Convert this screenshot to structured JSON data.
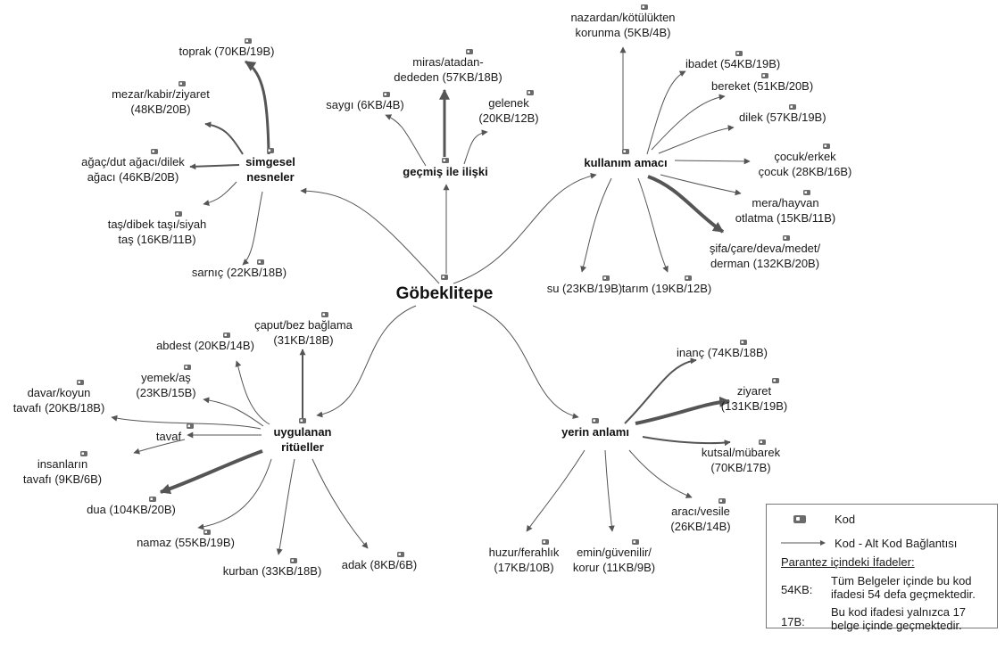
{
  "root": {
    "label": "Göbeklitepe"
  },
  "categories": [
    {
      "id": "simgesel",
      "lines": [
        "simgesel",
        "nesneler"
      ]
    },
    {
      "id": "gecmis",
      "lines": [
        "geçmiş ile ilişki"
      ]
    },
    {
      "id": "kullanim",
      "lines": [
        "kullanım amacı"
      ]
    },
    {
      "id": "uygulanan",
      "lines": [
        "uygulanan",
        "ritüeller"
      ]
    },
    {
      "id": "yerin",
      "lines": [
        "yerin anlamı"
      ]
    }
  ],
  "codes": [
    {
      "parent": "simgesel",
      "lines": [
        "toprak (70KB/19B)"
      ]
    },
    {
      "parent": "simgesel",
      "lines": [
        "mezar/kabir/ziyaret",
        "(48KB/20B)"
      ]
    },
    {
      "parent": "simgesel",
      "lines": [
        "ağaç/dut ağacı/dilek",
        "ağacı (46KB/20B)"
      ]
    },
    {
      "parent": "simgesel",
      "lines": [
        "taş/dibek taşı/siyah",
        "taş (16KB/11B)"
      ]
    },
    {
      "parent": "simgesel",
      "lines": [
        "sarnıç (22KB/18B)"
      ]
    },
    {
      "parent": "gecmis",
      "lines": [
        "miras/atadan-",
        "dededen (57KB/18B)"
      ]
    },
    {
      "parent": "gecmis",
      "lines": [
        "saygı (6KB/4B)"
      ]
    },
    {
      "parent": "gecmis",
      "lines": [
        "gelenek",
        "(20KB/12B)"
      ]
    },
    {
      "parent": "kullanim",
      "lines": [
        "nazardan/kötülükten",
        "korunma (5KB/4B)"
      ]
    },
    {
      "parent": "kullanim",
      "lines": [
        "ibadet (54KB/19B)"
      ]
    },
    {
      "parent": "kullanim",
      "lines": [
        "bereket (51KB/20B)"
      ]
    },
    {
      "parent": "kullanim",
      "lines": [
        "dilek (57KB/19B)"
      ]
    },
    {
      "parent": "kullanim",
      "lines": [
        "çocuk/erkek",
        "çocuk (28KB/16B)"
      ]
    },
    {
      "parent": "kullanim",
      "lines": [
        "mera/hayvan",
        "otlatma (15KB/11B)"
      ]
    },
    {
      "parent": "kullanim",
      "lines": [
        "şifa/çare/deva/medet/",
        "derman (132KB/20B)"
      ]
    },
    {
      "parent": "kullanim",
      "lines": [
        "su (23KB/19B)"
      ]
    },
    {
      "parent": "kullanim",
      "lines": [
        "tarım (19KB/12B)"
      ]
    },
    {
      "parent": "uygulanan",
      "lines": [
        "çaput/bez bağlama",
        "(31KB/18B)"
      ]
    },
    {
      "parent": "uygulanan",
      "lines": [
        "abdest (20KB/14B)"
      ]
    },
    {
      "parent": "uygulanan",
      "lines": [
        "yemek/aş",
        "(23KB/15B)"
      ]
    },
    {
      "parent": "uygulanan",
      "lines": [
        "davar/koyun",
        "tavafı (20KB/18B)"
      ]
    },
    {
      "parent": "uygulanan",
      "lines": [
        "tavaf"
      ]
    },
    {
      "parent": "uygulanan",
      "lines": [
        "insanların",
        "tavafı (9KB/6B)"
      ]
    },
    {
      "parent": "uygulanan",
      "lines": [
        "dua (104KB/20B)"
      ]
    },
    {
      "parent": "uygulanan",
      "lines": [
        "namaz (55KB/19B)"
      ]
    },
    {
      "parent": "uygulanan",
      "lines": [
        "kurban (33KB/18B)"
      ]
    },
    {
      "parent": "uygulanan",
      "lines": [
        "adak (8KB/6B)"
      ]
    },
    {
      "parent": "yerin",
      "lines": [
        "inanç (74KB/18B)"
      ]
    },
    {
      "parent": "yerin",
      "lines": [
        "ziyaret",
        "(131KB/19B)"
      ]
    },
    {
      "parent": "yerin",
      "lines": [
        "kutsal/mübarek",
        "(70KB/17B)"
      ]
    },
    {
      "parent": "yerin",
      "lines": [
        "aracı/vesile",
        "(26KB/14B)"
      ]
    },
    {
      "parent": "yerin",
      "lines": [
        "emin/güvenilir/",
        "korur (11KB/9B)"
      ]
    },
    {
      "parent": "yerin",
      "lines": [
        "huzur/ferahlık",
        "(17KB/10B)"
      ]
    }
  ],
  "legend": {
    "code_label": "Kod",
    "link_label": "Kod - Alt Kod Bağlantısı",
    "heading": "Parantez içindeki İfadeler:",
    "items": [
      {
        "term": "54KB:",
        "desc": "Tüm Belgeler içinde bu kod ifadesi 54 defa geçmektedir."
      },
      {
        "term": "17B:",
        "desc": "Bu kod ifadesi yalnızca 17 belge içinde geçmektedir."
      }
    ]
  },
  "colors": {
    "edge": "#555555",
    "text": "#1a1a1a",
    "icon": "#6b6b6b"
  }
}
